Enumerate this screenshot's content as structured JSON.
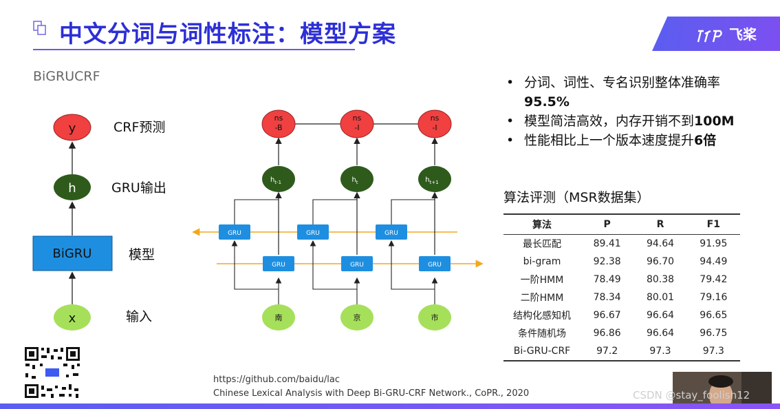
{
  "header": {
    "title": "中文分词与词性标注：模型方案",
    "brand": "飞桨"
  },
  "subtitle": "BiGRUCRF",
  "left_diagram": {
    "y_node": "y",
    "y_label": "CRF预测",
    "h_node": "h",
    "h_label": "GRU输出",
    "bigru_box": "BiGRU",
    "bigru_label": "模型",
    "x_node": "x",
    "x_label": "输入",
    "colors": {
      "y": "#f04040",
      "h": "#2e5b1c",
      "bigru": "#1e8fe0",
      "x": "#a6e05a"
    }
  },
  "network": {
    "tags": [
      {
        "line1": "ns",
        "line2": "-B"
      },
      {
        "line1": "ns",
        "line2": "-I"
      },
      {
        "line1": "ns",
        "line2": "-I"
      }
    ],
    "hidden": [
      {
        "base": "h",
        "sub": "t-1"
      },
      {
        "base": "h",
        "sub": "t"
      },
      {
        "base": "h",
        "sub": "t+1"
      }
    ],
    "gru_label": "GRU",
    "inputs": [
      "南",
      "京",
      "市"
    ]
  },
  "bullets": [
    {
      "text": "分词、词性、专名识别整体准确率",
      "bold": "95.5%"
    },
    {
      "text": "模型简洁高效，内存开销不到",
      "bold": "100M"
    },
    {
      "text": "性能相比上一个版本速度提升",
      "bold": "6倍"
    }
  ],
  "results": {
    "title": "算法评测（MSR数据集）",
    "headers": [
      "算法",
      "P",
      "R",
      "F1"
    ],
    "rows": [
      [
        "最长匹配",
        "89.41",
        "94.64",
        "91.95"
      ],
      [
        "bi-gram",
        "92.38",
        "96.70",
        "94.49"
      ],
      [
        "一阶HMM",
        "78.49",
        "80.38",
        "79.42"
      ],
      [
        "二阶HMM",
        "78.34",
        "80.01",
        "79.16"
      ],
      [
        "结构化感知机",
        "96.67",
        "96.64",
        "96.65"
      ],
      [
        "条件随机场",
        "96.86",
        "96.64",
        "96.75"
      ],
      [
        "Bi-GRU-CRF",
        "97.2",
        "97.3",
        "97.3"
      ]
    ]
  },
  "references": {
    "url": "https://github.com/baidu/lac",
    "paper": "Chinese Lexical Analysis with Deep Bi-GRU-CRF Network., CoPR., 2020"
  },
  "watermark": "CSDN @stay_foolish12"
}
